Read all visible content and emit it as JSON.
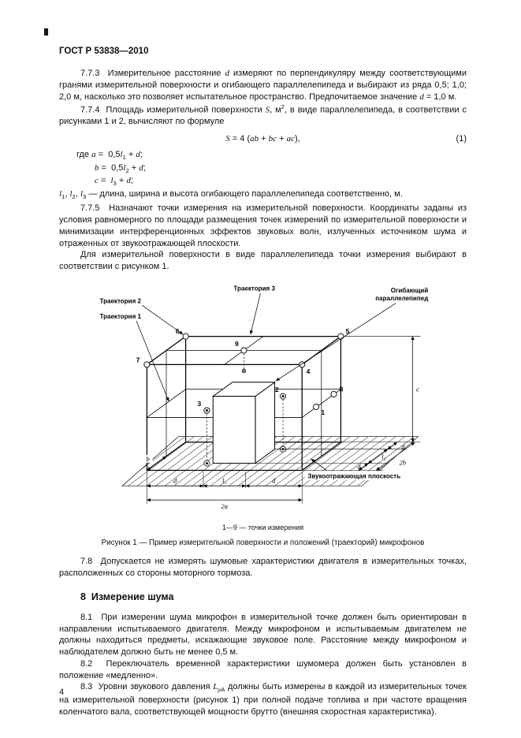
{
  "page": {
    "header": "ГОСТ Р 53838—2010",
    "number": "4"
  },
  "sections": {
    "p_7_7_3": [
      {
        "t": "7.7.3  Измерительное расстояние "
      },
      {
        "t": "d",
        "s": "i"
      },
      {
        "t": " измеряют по перпендикуляру между соответствующими гранями измерительной поверхности и огибающего параллелепипеда и выбирают из ряда 0,5; 1,0; 2,0 м, насколько это позволяет испытательное пространство. Предпочитаемое значение "
      },
      {
        "t": "d",
        "s": "i"
      },
      {
        "t": " = 1,0 м."
      }
    ],
    "p_7_7_4": [
      {
        "t": "7.7.4  Площадь измерительной поверхности "
      },
      {
        "t": "S",
        "s": "i"
      },
      {
        "t": ", м"
      },
      {
        "t": "2",
        "s": "sup"
      },
      {
        "t": ", в виде параллелепипеда, в соответствии с рисунками 1 и 2, вычисляют по формуле"
      }
    ],
    "formula": {
      "expr": [
        {
          "t": "S",
          "s": "i"
        },
        {
          "t": " = 4 ("
        },
        {
          "t": "ab",
          "s": "i"
        },
        {
          "t": " + "
        },
        {
          "t": "bc",
          "s": "i"
        },
        {
          "t": " + "
        },
        {
          "t": "ac",
          "s": "i"
        },
        {
          "t": "),"
        }
      ],
      "number": "(1)"
    },
    "where": {
      "line1": [
        {
          "t": "где "
        },
        {
          "t": "a",
          "s": "i"
        },
        {
          "t": " =  0,5"
        },
        {
          "t": "l",
          "s": "i"
        },
        {
          "t": "1",
          "s": "sub"
        },
        {
          "t": " + "
        },
        {
          "t": "d",
          "s": "i"
        },
        {
          "t": ";"
        }
      ],
      "line2": [
        {
          "t": "b",
          "s": "i"
        },
        {
          "t": " =  0,5"
        },
        {
          "t": "l",
          "s": "i"
        },
        {
          "t": "2",
          "s": "sub"
        },
        {
          "t": " + "
        },
        {
          "t": "d",
          "s": "i"
        },
        {
          "t": ";"
        }
      ],
      "line3": [
        {
          "t": "c",
          "s": "i"
        },
        {
          "t": " =  "
        },
        {
          "t": "l",
          "s": "i"
        },
        {
          "t": "3",
          "s": "sub"
        },
        {
          "t": " + "
        },
        {
          "t": "d",
          "s": "i"
        },
        {
          "t": ";"
        }
      ],
      "line4": [
        {
          "t": "l",
          "s": "i"
        },
        {
          "t": "1",
          "s": "sub"
        },
        {
          "t": ", "
        },
        {
          "t": "l",
          "s": "i"
        },
        {
          "t": "2",
          "s": "sub"
        },
        {
          "t": ", "
        },
        {
          "t": "l",
          "s": "i"
        },
        {
          "t": "3",
          "s": "sub"
        },
        {
          "t": " — длина, ширина и высота огибающего параллелепипеда соответственно, м."
        }
      ]
    },
    "p_7_7_5": [
      {
        "t": "7.7.5  Назначают точки измерения на измерительной поверхности. Координаты заданы из условия равномерного по площади размещения точек измерений по измерительной поверхности и минимизации интерференционных эффектов звуковых волн, излученных источником шума и отраженных от звукоотражающей плоскости."
      }
    ],
    "p_7_7_5b": [
      {
        "t": "Для измерительной поверхности в виде параллелепипеда точки измерения выбирают в соответствии с рисунком 1."
      }
    ],
    "p_7_8": [
      {
        "t": "7.8  Допускается не измерять шумовые характеристики двигателя в измерительных точках, расположенных со стороны моторного тормоза."
      }
    ],
    "h_8": "8  Измерение шума",
    "p_8_1": [
      {
        "t": "8.1  При измерении шума микрофон в измерительной точке должен быть ориентирован в направлении испытываемого двигателя. Между микрофоном и испытываемым двигателем не должны находиться предметы, искажающие звуковое поле. Расстояние между микрофоном и наблюдателем должно быть не менее 0,5 м."
      }
    ],
    "p_8_2": [
      {
        "t": "8.2  Переключатель временной характеристики шумомера должен быть установлен в положение «медленно»."
      }
    ],
    "p_8_3": [
      {
        "t": "8.3  Уровни звукового давления "
      },
      {
        "t": "L",
        "s": "i"
      },
      {
        "t": "p",
        "s": "isub"
      },
      {
        "t": "A",
        "s": "sub"
      },
      {
        "t": " должны быть измерены в каждой из измерительных точек на измерительной поверхности (рисунок 1) при полной подаче топлива и при частоте вращения коленчатого вала, соответствующей мощности брутто (внешняя скоростная характеристика)."
      }
    ]
  },
  "figure": {
    "labels": {
      "traj1": "Траектория 1",
      "traj2": "Траектория 2",
      "traj3": "Траектория 3",
      "envelope_line1": "Огибающий",
      "envelope_line2": "параллелепипед",
      "reflecting_plane": "Звукоотражающая плоскость",
      "points": {
        "p1": "1",
        "p2": "2",
        "p3": "3",
        "p4": "4",
        "p5": "5",
        "p6": "6",
        "p7": "7",
        "p8": "8",
        "p9": "9"
      },
      "dims": {
        "d": "d",
        "l1": "l₁",
        "l2": "l₂",
        "two_a": "2a",
        "two_b": "2b",
        "b": "b",
        "c": "c"
      }
    },
    "note": "1—9 — точки измерения",
    "caption": "Рисунок 1 — Пример измерительной поверхности и положений (траекторий) микрофонов"
  }
}
